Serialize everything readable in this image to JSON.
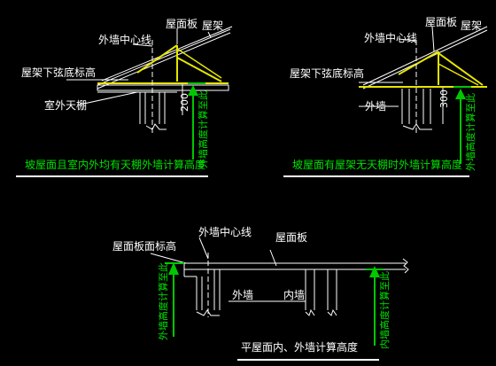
{
  "colors": {
    "background": "#000000",
    "label_white": "#ffffff",
    "caption_green": "#00e000",
    "beam_yellow": "#e6e600",
    "arrow_green": "#00c800",
    "line_white": "#ffffff"
  },
  "diagram1": {
    "wall_centerline": "外墙中心线",
    "roof_panel": "屋面板",
    "roof_truss": "屋架",
    "truss_bottom_elev": "屋架下弦底标高",
    "outdoor_ceiling": "室外天棚",
    "dim_200": "200",
    "vertical_label": "外墙高度计算至此",
    "caption": "坡屋面且室内外均有天棚外墙计算高度"
  },
  "diagram2": {
    "wall_centerline": "外墙中心线",
    "roof_panel": "屋面板",
    "roof_truss": "屋架",
    "truss_bottom_elev": "屋架下弦底标高",
    "exterior_wall": "外墙",
    "dim_300": "300",
    "vertical_label": "外墙高度计算至此",
    "caption": "坡屋面有屋架无天棚时外墙计算高度"
  },
  "diagram3": {
    "wall_centerline": "外墙中心线",
    "roof_panel": "屋面板",
    "slab_top_elev": "屋面板面标高",
    "exterior_wall": "外墙",
    "interior_wall": "内墙",
    "vertical_label_left": "外墙高度计算至此",
    "vertical_label_right": "内墙高度计算至此",
    "caption": "平屋面内、外墙计算高度"
  }
}
